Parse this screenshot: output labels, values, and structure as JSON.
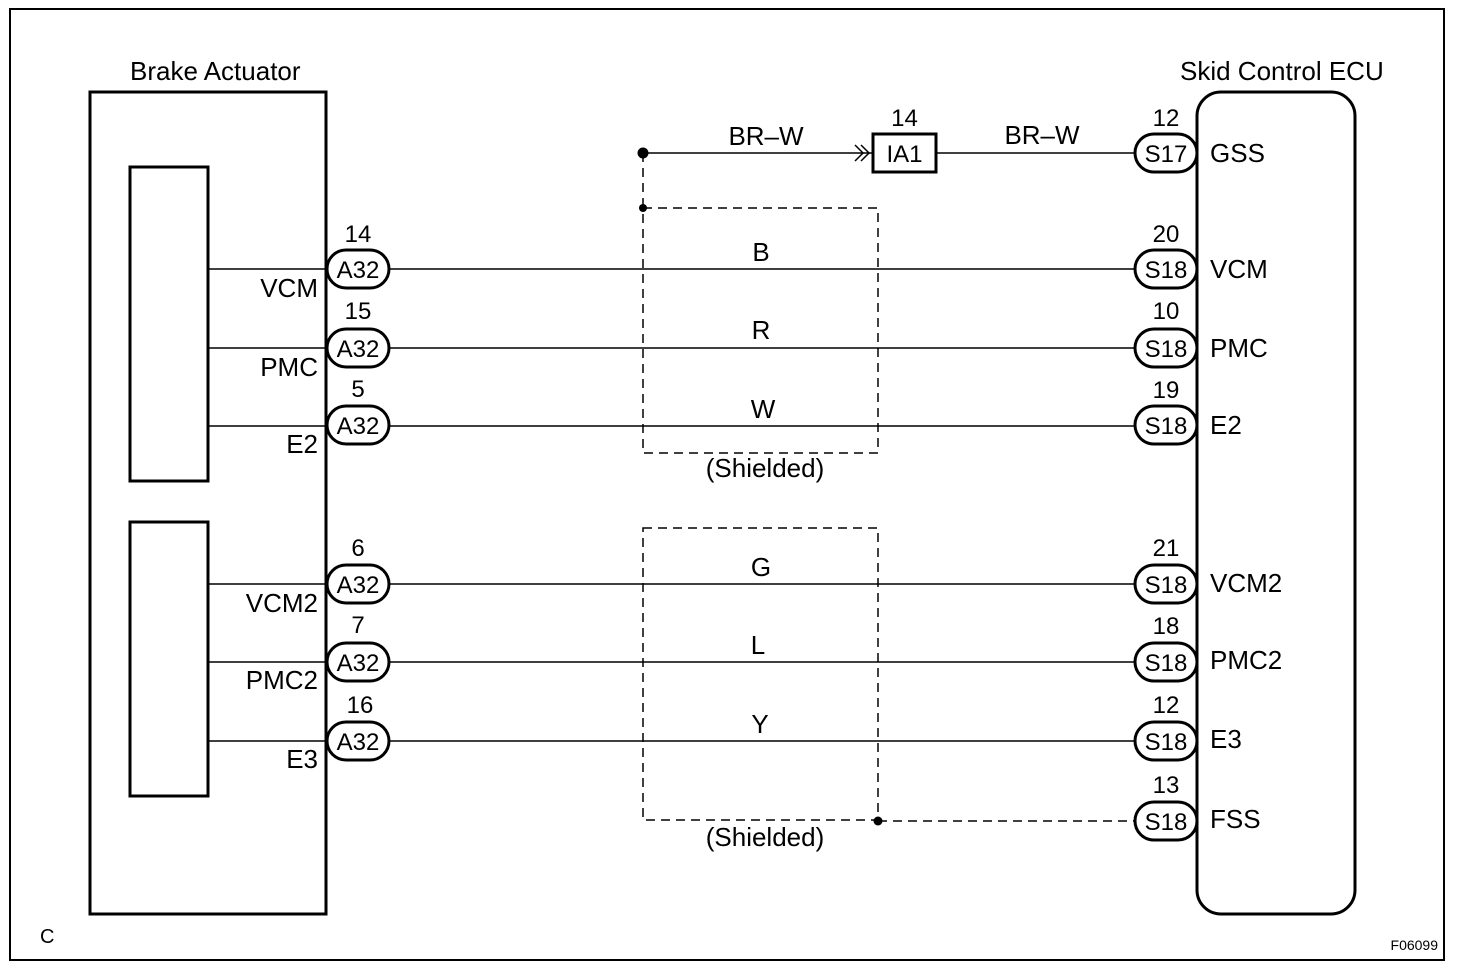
{
  "blocks": {
    "left_title": "Brake Actuator",
    "right_title": "Skid Control ECU"
  },
  "gss": {
    "inline_connector": "IA1",
    "inline_pin": "14",
    "wire_color_left": "BR–W",
    "wire_color_right": "BR–W",
    "ecu_connector": "S17",
    "ecu_pin": "12",
    "ecu_terminal": "GSS"
  },
  "circuits": [
    {
      "act_terminal": "VCM",
      "act_pin": "14",
      "act_connector": "A32",
      "wire_color": "B",
      "ecu_pin": "20",
      "ecu_connector": "S18",
      "ecu_terminal": "VCM"
    },
    {
      "act_terminal": "PMC",
      "act_pin": "15",
      "act_connector": "A32",
      "wire_color": "R",
      "ecu_pin": "10",
      "ecu_connector": "S18",
      "ecu_terminal": "PMC"
    },
    {
      "act_terminal": "E2",
      "act_pin": "5",
      "act_connector": "A32",
      "wire_color": "W",
      "ecu_pin": "19",
      "ecu_connector": "S18",
      "ecu_terminal": "E2"
    },
    {
      "act_terminal": "VCM2",
      "act_pin": "6",
      "act_connector": "A32",
      "wire_color": "G",
      "ecu_pin": "21",
      "ecu_connector": "S18",
      "ecu_terminal": "VCM2"
    },
    {
      "act_terminal": "PMC2",
      "act_pin": "7",
      "act_connector": "A32",
      "wire_color": "L",
      "ecu_pin": "18",
      "ecu_connector": "S18",
      "ecu_terminal": "PMC2"
    },
    {
      "act_terminal": "E3",
      "act_pin": "16",
      "act_connector": "A32",
      "wire_color": "Y",
      "ecu_pin": "12",
      "ecu_connector": "S18",
      "ecu_terminal": "E3"
    }
  ],
  "fss": {
    "ecu_pin": "13",
    "ecu_connector": "S18",
    "ecu_terminal": "FSS"
  },
  "shield_labels": [
    "(Shielded)",
    "(Shielded)"
  ],
  "corner_label": "C",
  "figure_id": "F06099"
}
